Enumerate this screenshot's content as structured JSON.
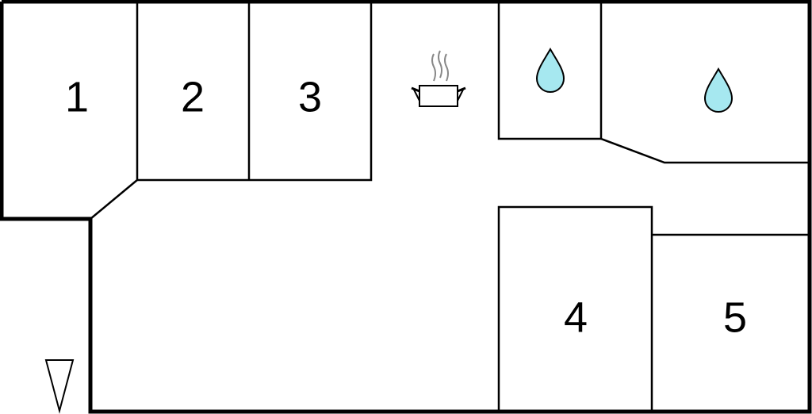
{
  "floorplan": {
    "rooms": [
      {
        "id": "room-1",
        "label": "1"
      },
      {
        "id": "room-2",
        "label": "2"
      },
      {
        "id": "room-3",
        "label": "3"
      },
      {
        "id": "room-4",
        "label": "4"
      },
      {
        "id": "room-5",
        "label": "5"
      }
    ],
    "icons": {
      "kitchen": "cooking-pot-icon",
      "bathroom": "water-drop-icon",
      "entrance": "entrance-triangle-icon"
    },
    "colors": {
      "wall": "#000000",
      "water_drop": "#a6e8f0",
      "steam": "#888888",
      "background": "#ffffff"
    }
  }
}
